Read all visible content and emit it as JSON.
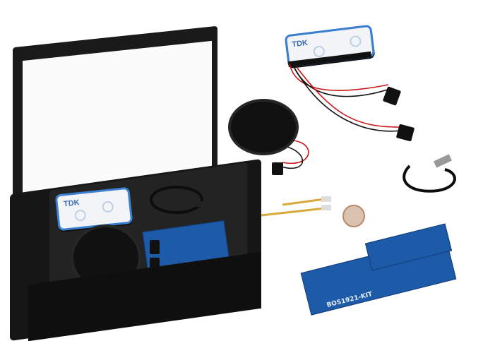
{
  "image": {
    "description": "Product photo of a TDK haptic / touch sensor evaluation kit with a black presentation box and loose components",
    "background": "#ffffff"
  },
  "labels": {
    "tdk_logo_box": "TDK",
    "tdk_logo_loose": "TDK",
    "pcb_label": "BOS1921-KIT"
  },
  "components": [
    {
      "name": "presentation-box",
      "color": "#1a1a1a"
    },
    {
      "name": "touch-sensor-pad-boxed",
      "accent": "#3a7fd0"
    },
    {
      "name": "round-haptic-puck-boxed"
    },
    {
      "name": "eval-board-boxed",
      "color": "#1d5aa8"
    },
    {
      "name": "usb-cable-boxed"
    },
    {
      "name": "touch-sensor-pad-loose",
      "accent": "#3a7fd0"
    },
    {
      "name": "round-haptic-puck-loose"
    },
    {
      "name": "terminal-connectors"
    },
    {
      "name": "usb-cable-loose"
    },
    {
      "name": "piezo-actuators"
    },
    {
      "name": "piezo-disc"
    },
    {
      "name": "bos1921-eval-board",
      "color": "#1d5aa8"
    }
  ]
}
